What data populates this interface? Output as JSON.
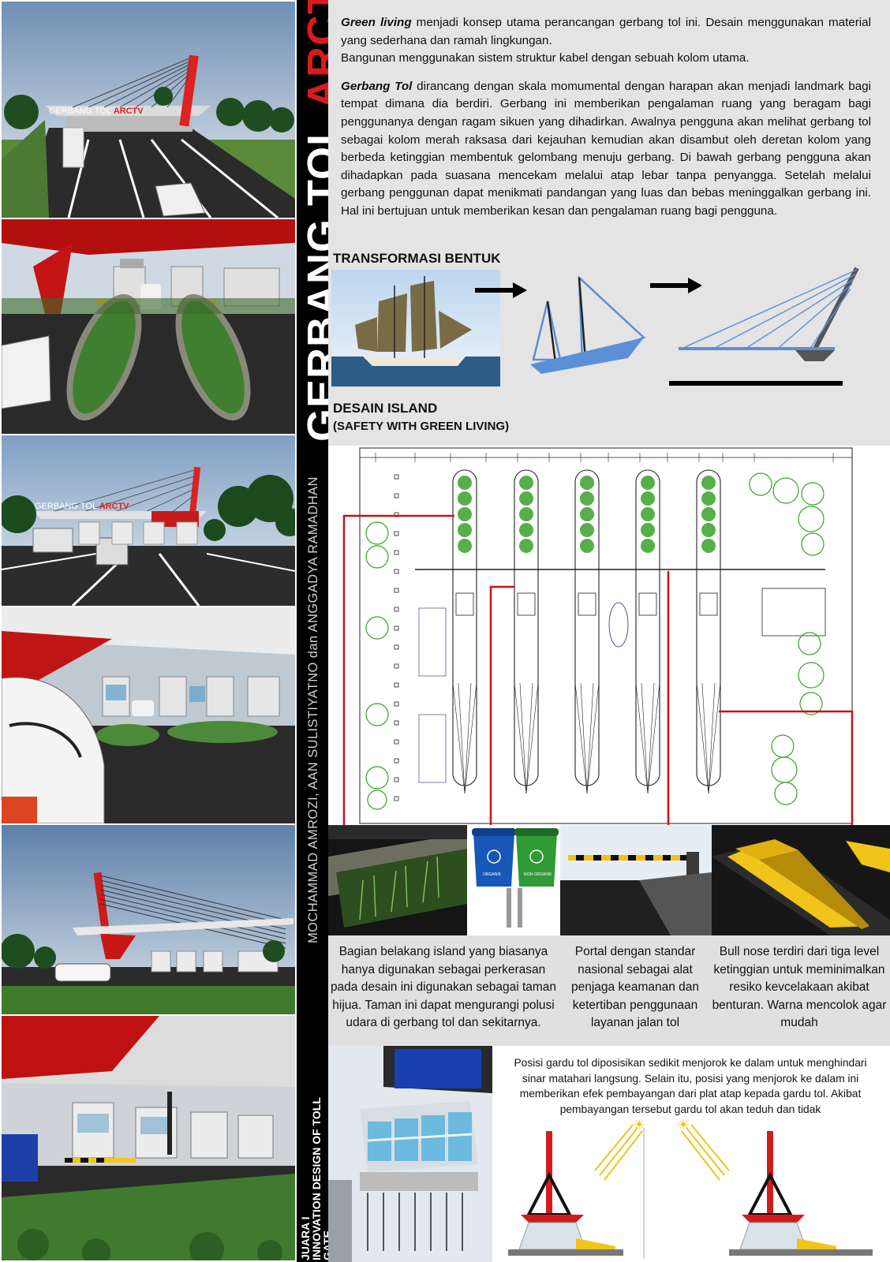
{
  "title": {
    "main": "GERBANG TOL ",
    "accent": "ARCTV"
  },
  "authors": "MOCHAMMAD AMROZI, AAN SULISTIYATNO dan ANGGADYA RAMADHAN",
  "award": {
    "line1": "JUARA I",
    "line2": "INNOVATION DESIGN OF TOLL",
    "line3": "GATE"
  },
  "render_labels": {
    "sign1_main": "GERBANG TOL ",
    "sign1_accent": "ARCTV",
    "sign2_main": "GERBANG TOL ",
    "sign2_accent": "ARCTV"
  },
  "intro": {
    "p1_lead": "Green living",
    "p1_text": " menjadi konsep utama perancangan gerbang tol ini. Desain menggunakan material yang sederhana dan ramah lingkungan.",
    "p1_text2": "Bangunan menggunakan sistem struktur kabel dengan sebuah kolom utama.",
    "p2_lead": "Gerbang Tol",
    "p2_text": " dirancang dengan skala momumental dengan harapan akan menjadi landmark bagi tempat dimana dia berdiri. Gerbang ini memberikan pengalaman ruang yang beragam bagi penggunanya dengan ragam sikuen yang dihadirkan.  Awalnya pengguna akan melihat gerbang tol sebagai kolom merah raksasa dari kejauhan kemudian akan disambut oleh deretan kolom yang berbeda ketinggian membentuk gelombang menuju gerbang. Di bawah gerbang pengguna akan dihadapkan pada suasana mencekam melalui atap lebar tanpa penyangga. Setelah melalui gerbang penggunan dapat menikmati pandangan yang luas dan bebas meninggalkan gerbang ini. Hal ini bertujuan untuk memberikan kesan dan pengalaman ruang bagi pengguna."
  },
  "transformasi": {
    "heading": "TRANSFORMASI BENTUK"
  },
  "island": {
    "heading": "DESAIN ISLAND",
    "subheading": "(SAFETY WITH GREEN LIVING)"
  },
  "bins": {
    "blue_label": "ORGANIK",
    "green_label": "NON ORGANIK"
  },
  "captions": {
    "garden": "Bagian belakang island yang biasanya hanya digunakan sebagai perkerasan pada desain ini digunakan sebagai taman hijua. Taman ini dapat mengurangi polusi udara di gerbang tol dan sekitarnya.",
    "portal": "Portal dengan standar nasional sebagai alat penjaga keamanan dan ketertiban penggunaan layanan jalan tol",
    "bullnose": "Bull nose terdiri dari tiga level ketinggian untuk meminimalkan resiko kevcelakaan akibat benturan. Warna mencolok agar mudah"
  },
  "shading": {
    "text": "Posisi gardu tol diposisikan sedikit menjorok ke dalam untuk menghindari sinar matahari langsung. Selain itu, posisi yang menjorok ke dalam ini memberikan efek pembayangan dari plat atap kepada gardu tol. Akibat pembayangan tersebut gardu tol akan teduh dan tidak"
  },
  "colors": {
    "accent_red": "#d91b1b",
    "plan_red": "#cc1111",
    "plan_green": "#3aa22a",
    "sketch_blue": "#5b8fd6",
    "bullnose_yellow": "#f0c419"
  }
}
